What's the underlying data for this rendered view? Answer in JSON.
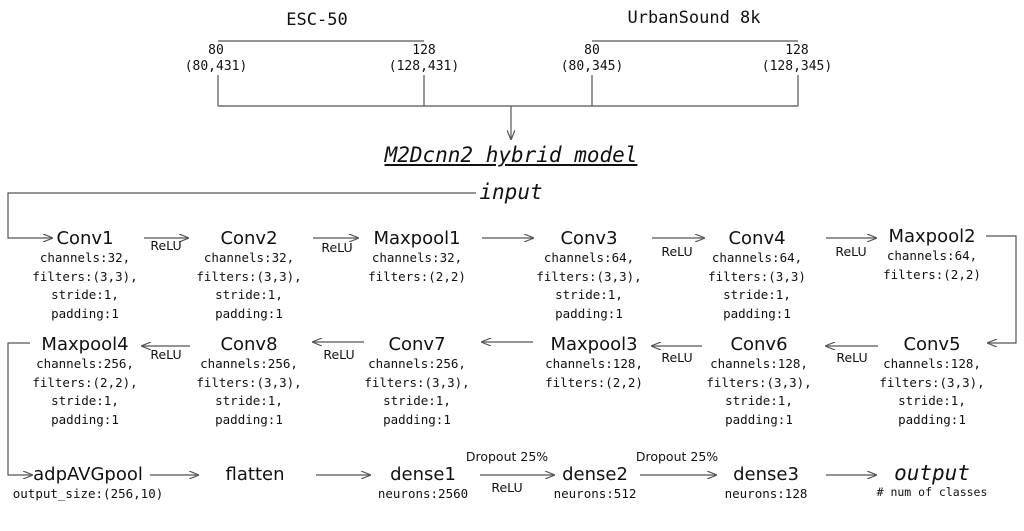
{
  "datasets": [
    {
      "name": "ESC-50",
      "sizes": [
        {
          "n": "80",
          "shape": "(80,431)"
        },
        {
          "n": "128",
          "shape": "(128,431)"
        }
      ]
    },
    {
      "name": "UrbanSound 8k",
      "sizes": [
        {
          "n": "80",
          "shape": "(80,345)"
        },
        {
          "n": "128",
          "shape": "(128,345)"
        }
      ]
    }
  ],
  "model_title": "M2Dcnn2 hybrid model",
  "input_label": "input",
  "row1": [
    {
      "title": "Conv1",
      "params": [
        "channels:32,",
        "filters:(3,3),",
        "stride:1,",
        "padding:1"
      ]
    },
    {
      "title": "Conv2",
      "params": [
        "channels:32,",
        "filters:(3,3),",
        "stride:1,",
        "padding:1"
      ]
    },
    {
      "title": "Maxpool1",
      "params": [
        "channels:32,",
        "filters:(2,2)"
      ]
    },
    {
      "title": "Conv3",
      "params": [
        "channels:64,",
        "filters:(3,3),",
        "stride:1,",
        "padding:1"
      ]
    },
    {
      "title": "Conv4",
      "params": [
        "channels:64,",
        "filters:(3,3)",
        "stride:1,",
        "padding:1"
      ]
    },
    {
      "title": "Maxpool2",
      "params": [
        "channels:64,",
        "filters:(2,2)"
      ]
    }
  ],
  "row2": [
    {
      "title": "Maxpool4",
      "params": [
        "channels:256,",
        "filters:(2,2),",
        "stride:1,",
        "padding:1"
      ]
    },
    {
      "title": "Conv8",
      "params": [
        "channels:256,",
        "filters:(3,3),",
        "stride:1,",
        "padding:1"
      ]
    },
    {
      "title": "Conv7",
      "params": [
        "channels:256,",
        "filters:(3,3),",
        "stride:1,",
        "padding:1"
      ]
    },
    {
      "title": "Maxpool3",
      "params": [
        "channels:128,",
        "filters:(2,2)"
      ]
    },
    {
      "title": "Conv6",
      "params": [
        "channels:128,",
        "filters:(3,3),",
        "stride:1,",
        "padding:1"
      ]
    },
    {
      "title": "Conv5",
      "params": [
        "channels:128,",
        "filters:(3,3),",
        "stride:1,",
        "padding:1"
      ]
    }
  ],
  "row3": [
    {
      "title": "adpAVGpool",
      "params": [
        "output_size:(256,10)"
      ]
    },
    {
      "title": "flatten",
      "params": []
    },
    {
      "title": "dense1",
      "params": [
        "neurons:2560"
      ]
    },
    {
      "title": "dense2",
      "params": [
        "neurons:512"
      ]
    },
    {
      "title": "dense3",
      "params": [
        "neurons:128"
      ]
    }
  ],
  "output_label": "output",
  "output_note": "# num of classes",
  "edges": {
    "relu": "ReLU",
    "dropout": "Dropout 25%"
  }
}
